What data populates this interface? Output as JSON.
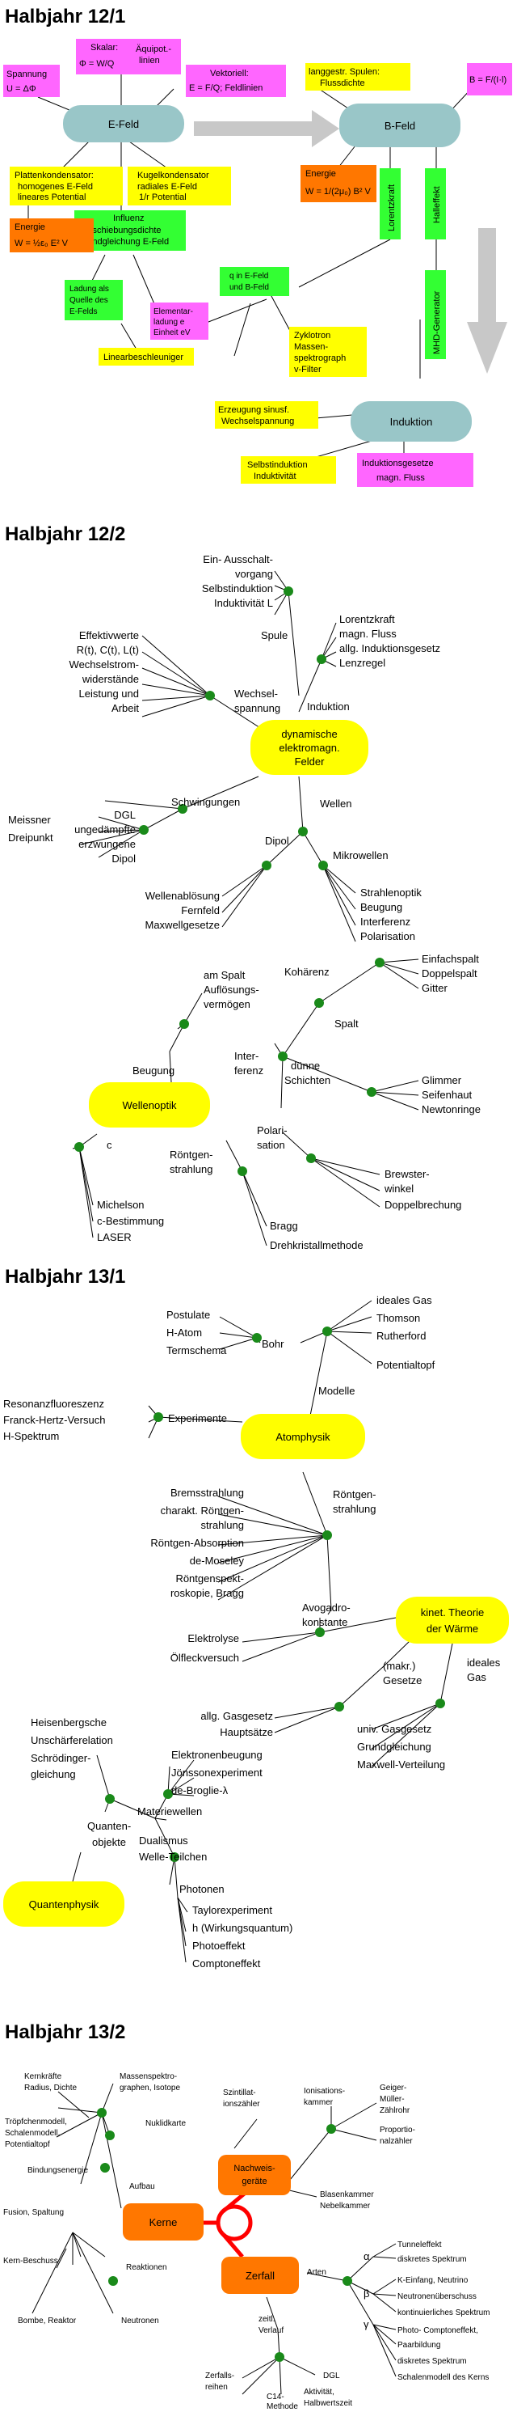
{
  "colors": {
    "yellow": "#ffff00",
    "magenta": "#ff66ff",
    "green": "#33ff33",
    "orange": "#ff7700",
    "teal": "#99c6c8",
    "node_green": "#1a8a1a",
    "ring_red": "#ff0000",
    "arrow_gray": "#c8c8c8"
  },
  "sections": {
    "s1": {
      "title": "Halbjahr 12/1"
    },
    "s2": {
      "title": "Halbjahr 12/2"
    },
    "s3": {
      "title": "Halbjahr 13/1"
    },
    "s4": {
      "title": "Halbjahr 13/2"
    }
  },
  "b1": {
    "efeld": "E-Feld",
    "bfeld": "B-Feld",
    "induktion": "Induktion",
    "spannung": [
      "Spannung",
      "U = ΔΦ"
    ],
    "skalar": [
      "Skalar:",
      "Φ = W/Q",
      "Äquipot.-",
      "linien"
    ],
    "vektoriell": [
      "Vektoriell:",
      "E = F/Q; Feldlinien"
    ],
    "plattenkond": [
      "Plattenkondensator:",
      "homogenes E-Feld",
      "lineares Potential"
    ],
    "kugelkond": [
      "Kugelkondensator",
      "radiales E-Feld",
      "1/r Potential"
    ],
    "energie_e": [
      "Energie",
      "W = ½ε₀ E² V"
    ],
    "influenz": [
      "Influenz",
      "Verschiebungsdichte",
      "Grundgleichung E-Feld"
    ],
    "ladung": [
      "Ladung als",
      "Quelle des",
      "E-Felds"
    ],
    "elementar": [
      "Elementar-",
      "ladung e",
      "Einheit eV"
    ],
    "linearbeschl": "Linearbeschleuniger",
    "q_feld": [
      "q in E-Feld",
      "und B-Feld"
    ],
    "zyklotron": [
      "Zyklotron",
      "Massen-",
      "spektrograph",
      "v-Filter"
    ],
    "langgestr": [
      "langgestr. Spulen:",
      "Flussdichte"
    ],
    "b_formel": "B = F/(I·l)",
    "energie_b": [
      "Energie",
      "W = 1/(2μ₀) B² V"
    ],
    "lorentz": "Lorentzkraft",
    "hall": "Halleffekt",
    "mhd": "MHD-Generator",
    "erzeugung": [
      "Erzeugung sinusf.",
      "Wechselspannung"
    ],
    "selbstind": [
      "Selbstinduktion",
      "Induktivität"
    ],
    "indgesetze": [
      "Induktionsgesetze",
      "magn. Fluss"
    ]
  },
  "b2": {
    "center": [
      "dynamische",
      "elektromagn.",
      "Felder"
    ],
    "ein_aus": [
      "Ein- Ausschalt-",
      "vorgang",
      "Selbstinduktion",
      "Induktivität L"
    ],
    "spule": "Spule",
    "lorentz_list": [
      "Lorentzkraft",
      "magn. Fluss",
      "allg. Induktionsgesetz",
      "Lenzregel"
    ],
    "induktion": "Induktion",
    "wechsel_list": [
      "Effektivwerte",
      "R(t), C(t), L(t)",
      "Wechselstrom-",
      "widerstände",
      "Leistung und",
      "Arbeit"
    ],
    "wechselspannung": [
      "Wechsel-",
      "spannung"
    ],
    "schwingungen": "Schwingungen",
    "meissner": [
      "Meissner",
      "Dreipunkt"
    ],
    "dgl": [
      "DGL",
      "ungedämpfte",
      "erzwungene",
      "Dipol"
    ],
    "wellen": "Wellen",
    "dipol": "Dipol",
    "mikrowellen": "Mikrowellen",
    "dipol_list": [
      "Wellenablösung",
      "Fernfeld",
      "Maxwellgesetze"
    ],
    "mikro_list": [
      "Strahlenoptik",
      "Beugung",
      "Interferenz",
      "Polarisation"
    ]
  },
  "b3": {
    "center": "Wellenoptik",
    "spalt_top": [
      "am Spalt",
      "Auflösungs-",
      "vermögen"
    ],
    "beugung": "Beugung",
    "kohaerenz": "Kohärenz",
    "interferenz": [
      "Inter-",
      "ferenz"
    ],
    "spalt": "Spalt",
    "spalt_list": [
      "Einfachspalt",
      "Doppelspalt",
      "Gitter"
    ],
    "schichten": [
      "dünne",
      "Schichten"
    ],
    "schichten_list": [
      "Glimmer",
      "Seifenhaut",
      "Newtonringe"
    ],
    "c": "c",
    "c_list": [
      "Michelson",
      "c-Bestimmung",
      "LASER"
    ],
    "roentgen": [
      "Röntgen-",
      "strahlung"
    ],
    "roentgen_list": [
      "Bragg",
      "Drehkristallmethode"
    ],
    "polarisation": [
      "Polari-",
      "sation"
    ],
    "pol_list": [
      "Brewster-",
      "winkel",
      "Doppelbrechung"
    ]
  },
  "b4": {
    "center": "Atomphysik",
    "bohr_list": [
      "Postulate",
      "H-Atom",
      "Termschema"
    ],
    "bohr": "Bohr",
    "modelle_list": [
      "ideales Gas",
      "Thomson",
      "Rutherford",
      "Potentialtopf"
    ],
    "modelle": "Modelle",
    "exp_list": [
      "Resonanzfluoreszenz",
      "Franck-Hertz-Versuch",
      "H-Spektrum"
    ],
    "experimente": "Experimente",
    "roentgen_list": [
      "Bremsstrahlung",
      "charakt. Röntgen-",
      "strahlung",
      "Röntgen-Absorption",
      "de-Moseley",
      "Röntgenspekt-",
      "roskopie, Bragg"
    ],
    "roentgen": [
      "Röntgen-",
      "strahlung"
    ],
    "avog_list": [
      "Elektrolyse",
      "Ölfleckversuch"
    ],
    "avogadro": [
      "Avogadro-",
      "konstante"
    ]
  },
  "b5": {
    "center": [
      "kinet. Theorie",
      "der Wärme"
    ],
    "makro": [
      "(makr.)",
      "Gesetze"
    ],
    "ideales": [
      "ideales",
      "Gas"
    ],
    "makro_list": [
      "allg. Gasgesetz",
      "Hauptsätze"
    ],
    "ideal_list": [
      "univ. Gasgesetz",
      "Grundgleichung",
      "Maxwell-Verteilung"
    ]
  },
  "b6": {
    "center": "Quantenphysik",
    "heisen": [
      "Heisenbergsche",
      "Unschärferelation",
      "Schrödinger-",
      "gleichung"
    ],
    "quanten": [
      "Quanten-",
      "objekte"
    ],
    "materie_list": [
      "Elektronenbeugung",
      "Jönssonexperiment",
      "de-Broglie-λ"
    ],
    "materiewellen": "Materiewellen",
    "dualismus": [
      "Dualismus",
      "Welle-Teilchen"
    ],
    "photonen": "Photonen",
    "photon_list": [
      "Taylorexperiment",
      "h (Wirkungsquantum)",
      "Photoeffekt",
      "Comptoneffekt"
    ]
  },
  "b7": {
    "kerne": "Kerne",
    "nachweis": [
      "Nachweis-",
      "geräte"
    ],
    "zerfall": "Zerfall",
    "kernkraefte": [
      "Kernkräfte",
      "Radius, Dichte"
    ],
    "massenspek": [
      "Massenspektro-",
      "graphen, Isotope"
    ],
    "nuklidkarte": "Nuklidkarte",
    "troepfchen": [
      "Tröpfchenmodell,",
      "Schalenmodell,",
      "Potentialtopf"
    ],
    "bindung": "Bindungsenergie",
    "aufbau": "Aufbau",
    "fusion": "Fusion, Spaltung",
    "kernbeschuss": "Kern-Beschuss",
    "reaktionen": "Reaktionen",
    "bombe": "Bombe, Reaktor",
    "neutronen": "Neutronen",
    "szintill": [
      "Szintillat-",
      "ionszähler"
    ],
    "ionisation": [
      "Ionisations-",
      "kammer"
    ],
    "geiger": [
      "Geiger-",
      "Müller-",
      "Zählrohr"
    ],
    "proport": [
      "Proportio-",
      "nalzähler"
    ],
    "blasen": [
      "Blasenkammer",
      "Nebelkammer"
    ],
    "arten": "Arten",
    "alpha": "α",
    "beta": "β",
    "gamma": "γ",
    "alpha_list": [
      "Tunneleffekt",
      "diskretes Spektrum"
    ],
    "beta_list": [
      "K-Einfang, Neutrino",
      "Neutronenüberschuss",
      "kontinuierliches Spektrum"
    ],
    "gamma_list": [
      "Photo- Comptoneffekt,",
      "Paarbildung",
      "diskretes Spektrum",
      "Schalenmodell des Kerns"
    ],
    "zeitl": [
      "zeitl.",
      "Verlauf"
    ],
    "zerfallsreihen": [
      "Zerfalls-",
      "reihen"
    ],
    "c14": [
      "C14-",
      "Methode"
    ],
    "aktivitaet": [
      "Aktivität,",
      "Halbwertszeit"
    ],
    "dgl": "DGL"
  }
}
